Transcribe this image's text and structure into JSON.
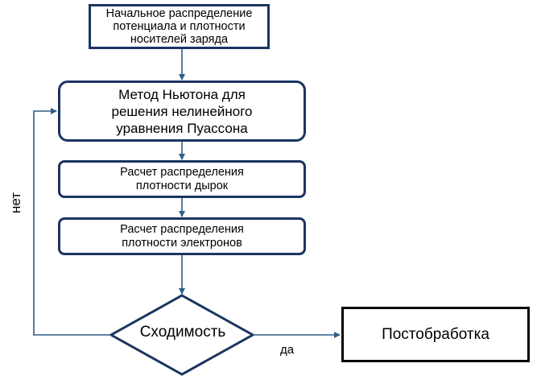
{
  "diagram": {
    "nodes": {
      "start": "Начальное распределение\nпотенциала и плотности\nносителей заряда",
      "newton": "Метод Ньютона для\nрешения нелинейного\nуравнения Пуассона",
      "holes": "Расчет распределения\nплотности дырок",
      "electrons": "Расчет распределения\nплотности электронов",
      "decision": "Сходимость",
      "post": "Постобработка"
    },
    "edge_labels": {
      "no": "нет",
      "yes": "да"
    },
    "colors": {
      "box_border": "#1a3560",
      "arrow": "#2e5f8a",
      "post_border": "#000000"
    }
  }
}
